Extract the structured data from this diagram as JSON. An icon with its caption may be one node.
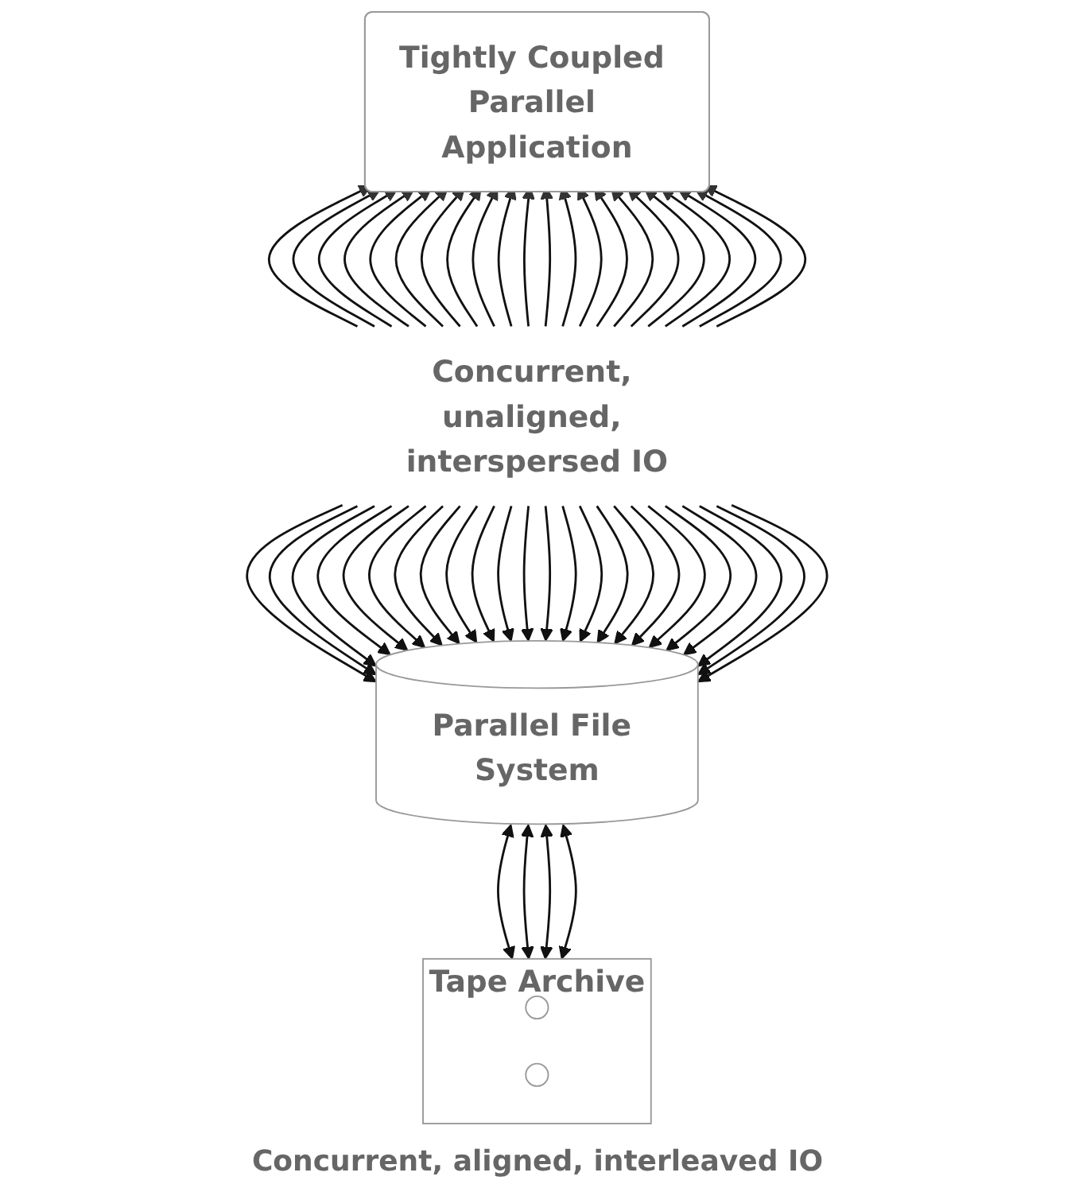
{
  "diagram": {
    "nodes": [
      {
        "text": [
          "Tightly Coupled Parallel Application"
        ]
      },
      {
        "text": [
          "Concurrent, unaligned, interspersed IO"
        ]
      },
      {
        "text": [
          "Parallel File System"
        ]
      },
      {
        "text": [
          "Tape Archive"
        ]
      },
      {
        "text": [],
        "shape": "circle",
        "in": 3
      },
      {
        "text": [],
        "shape": "circle",
        "in": 3
      }
    ],
    "edges": [
      {
        "from": 1,
        "to": 0,
        "arrow": "to"
      },
      {
        "from": 1,
        "to": 0,
        "arrow": "to"
      },
      {
        "from": 1,
        "to": 0,
        "arrow": "to"
      },
      {
        "from": 1,
        "to": 0,
        "arrow": "to"
      },
      {
        "from": 1,
        "to": 0,
        "arrow": "to"
      },
      {
        "from": 1,
        "to": 0,
        "arrow": "to"
      },
      {
        "from": 1,
        "to": 0,
        "arrow": "to"
      },
      {
        "from": 1,
        "to": 0,
        "arrow": "to"
      },
      {
        "from": 1,
        "to": 0,
        "arrow": "to"
      },
      {
        "from": 1,
        "to": 0,
        "arrow": "to"
      },
      {
        "from": 1,
        "to": 0,
        "arrow": "to"
      },
      {
        "from": 1,
        "to": 0,
        "arrow": "to"
      },
      {
        "from": 1,
        "to": 0,
        "arrow": "to"
      },
      {
        "from": 1,
        "to": 0,
        "arrow": "to"
      },
      {
        "from": 1,
        "to": 0,
        "arrow": "to"
      },
      {
        "from": 1,
        "to": 0,
        "arrow": "to"
      },
      {
        "from": 1,
        "to": 0,
        "arrow": "to"
      },
      {
        "from": 1,
        "to": 0,
        "arrow": "to"
      },
      {
        "from": 1,
        "to": 0,
        "arrow": "to"
      },
      {
        "from": 1,
        "to": 0,
        "arrow": "to"
      },
      {
        "from": 1,
        "to": 0,
        "arrow": "to"
      },
      {
        "from": 1,
        "to": 0,
        "arrow": "to"
      },
      {
        "from": 1,
        "to": 2,
        "arrow": "to"
      },
      {
        "from": 1,
        "to": 2,
        "arrow": "to"
      },
      {
        "from": 1,
        "to": 2,
        "arrow": "to"
      },
      {
        "from": 1,
        "to": 2,
        "arrow": "to"
      },
      {
        "from": 1,
        "to": 2,
        "arrow": "to"
      },
      {
        "from": 1,
        "to": 2,
        "arrow": "to"
      },
      {
        "from": 1,
        "to": 2,
        "arrow": "to"
      },
      {
        "from": 1,
        "to": 2,
        "arrow": "to"
      },
      {
        "from": 1,
        "to": 2,
        "arrow": "to"
      },
      {
        "from": 1,
        "to": 2,
        "arrow": "to"
      },
      {
        "from": 1,
        "to": 2,
        "arrow": "to"
      },
      {
        "from": 1,
        "to": 2,
        "arrow": "to"
      },
      {
        "from": 1,
        "to": 2,
        "arrow": "to"
      },
      {
        "from": 1,
        "to": 2,
        "arrow": "to"
      },
      {
        "from": 1,
        "to": 2,
        "arrow": "to"
      },
      {
        "from": 1,
        "to": 2,
        "arrow": "to"
      },
      {
        "from": 1,
        "to": 2,
        "arrow": "to"
      },
      {
        "from": 1,
        "to": 2,
        "arrow": "to"
      },
      {
        "from": 1,
        "to": 2,
        "arrow": "to"
      },
      {
        "from": 1,
        "to": 2,
        "arrow": "to"
      },
      {
        "from": 1,
        "to": 2,
        "arrow": "to"
      },
      {
        "from": 1,
        "to": 2,
        "arrow": "to"
      },
      {
        "from": 1,
        "to": 2,
        "arrow": "to"
      },
      {
        "from": 1,
        "to": 2,
        "arrow": "to"
      },
      {
        "from": 2,
        "to": 3,
        "arrow": "both"
      },
      {
        "from": 2,
        "to": 3,
        "arrow": "both"
      },
      {
        "from": 2,
        "to": 3,
        "arrow": "both"
      },
      {
        "from": 2,
        "to": 3,
        "arrow": "both"
      }
    ],
    "labels": [
      "Concurrent, aligned, interleaved IO"
    ]
  }
}
